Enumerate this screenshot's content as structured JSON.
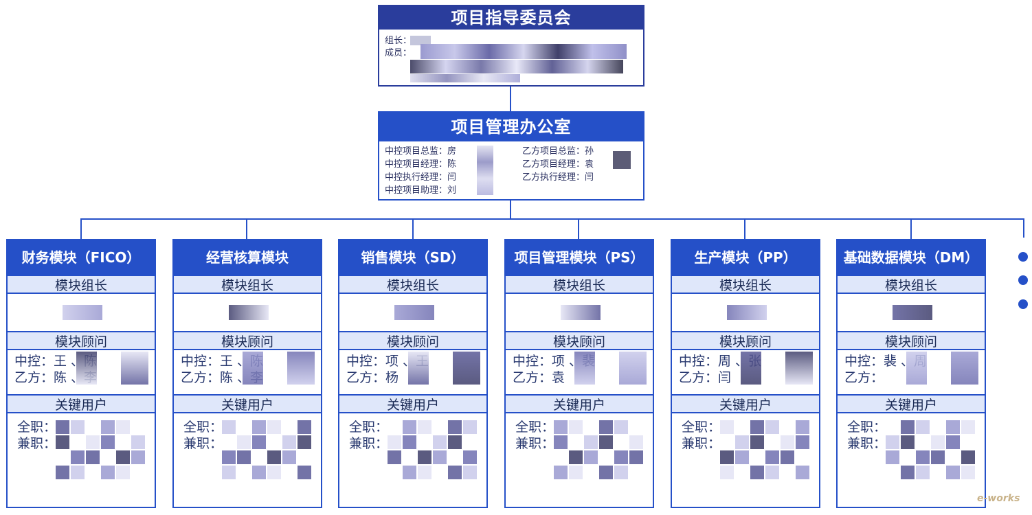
{
  "steering": {
    "title": "项目指导委员会",
    "leader_label": "组长：",
    "members_label": "成员："
  },
  "pmo": {
    "title": "项目管理办公室",
    "left": [
      "中控项目总监：房",
      "中控项目经理：陈",
      "中控执行经理：闫",
      "中控项目助理：刘"
    ],
    "right": [
      "乙方项目总监：孙",
      "乙方项目经理：袁",
      "乙方执行经理：闫"
    ]
  },
  "modules": [
    {
      "title": "财务模块（FICO）",
      "leader": "模块组长",
      "consultant": "模块顾问",
      "consultant_lines": [
        "中控：王 、陈",
        "乙方：陈 、李"
      ],
      "users": "关键用户",
      "user_lines": [
        "全职：",
        "兼职："
      ]
    },
    {
      "title": "经营核算模块",
      "leader": "模块组长",
      "consultant": "模块顾问",
      "consultant_lines": [
        "中控：王 、陈",
        "乙方：陈 、李"
      ],
      "users": "关键用户",
      "user_lines": [
        "全职：",
        "兼职："
      ]
    },
    {
      "title": "销售模块（SD）",
      "leader": "模块组长",
      "consultant": "模块顾问",
      "consultant_lines": [
        "中控：项 、王",
        "乙方：杨"
      ],
      "users": "关键用户",
      "user_lines": [
        "全职：",
        "兼职："
      ]
    },
    {
      "title": "项目管理模块（PS）",
      "leader": "模块组长",
      "consultant": "模块顾问",
      "consultant_lines": [
        "中控：项 、裴",
        "乙方：袁"
      ],
      "users": "关键用户",
      "user_lines": [
        "全职：",
        "兼职："
      ]
    },
    {
      "title": "生产模块（PP）",
      "leader": "模块组长",
      "consultant": "模块顾问",
      "consultant_lines": [
        "中控：周 、张",
        "乙方：闫"
      ],
      "users": "关键用户",
      "user_lines": [
        "全职：",
        "兼职："
      ]
    },
    {
      "title": "基础数据模块（DM）",
      "leader": "模块组长",
      "consultant": "模块顾问",
      "consultant_lines": [
        "中控：裴 、周",
        "乙方："
      ],
      "users": "关键用户",
      "user_lines": [
        "全职：",
        "兼职："
      ]
    }
  ],
  "watermark": "e-works",
  "colors": {
    "primary": "#2550c8",
    "dark": "#2a3d9c",
    "section_bg": "#dfe7fa"
  }
}
